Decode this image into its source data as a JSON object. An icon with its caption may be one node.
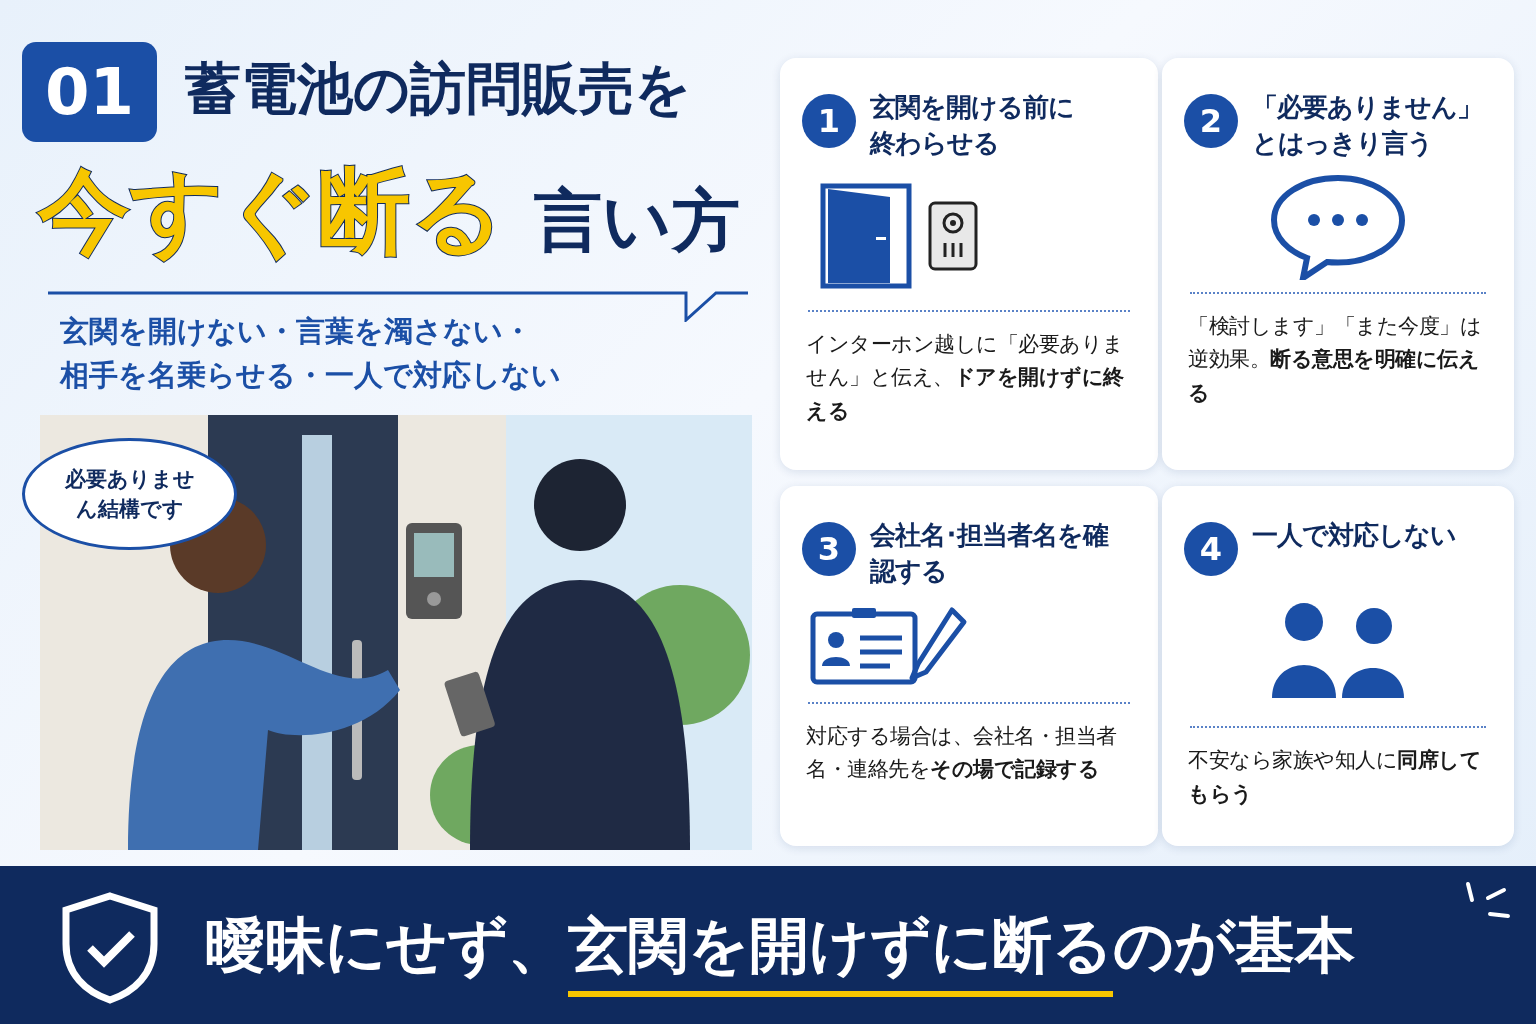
{
  "diagram": {
    "nodes": [
      {
        "text": [
          "必要ありません結構です"
        ]
      },
      {
        "text": [
          "1",
          "玄関を開ける前に終わらせる",
          "インターホン越しに「必要ありません」と伝え、**ドアを開けずに終える**"
        ]
      },
      {
        "text": [
          "2",
          "「必要ありません」とはっきり言う",
          "「検討します」「また今度」は逆効果。**断る意思を明確に伝える**"
        ]
      },
      {
        "text": [
          "3",
          "会社名･担当者名を確認する",
          "対応する場合は、会社名・担当者名・連絡先を**その場で記録する**"
        ]
      },
      {
        "text": [
          "4",
          "一人で対応しない",
          "不安なら家族や知人に**同席してもらう**"
        ]
      }
    ],
    "labels": [
      "01",
      "蓄電池の訪問販売を",
      "今すぐ断る",
      "言い方",
      "玄関を開けない・言葉を濁さない・",
      "相手を名乗らせる・一人で対応しない",
      "曖昧にせず、",
      "玄関を開けずに断る",
      "のが基本"
    ]
  }
}
